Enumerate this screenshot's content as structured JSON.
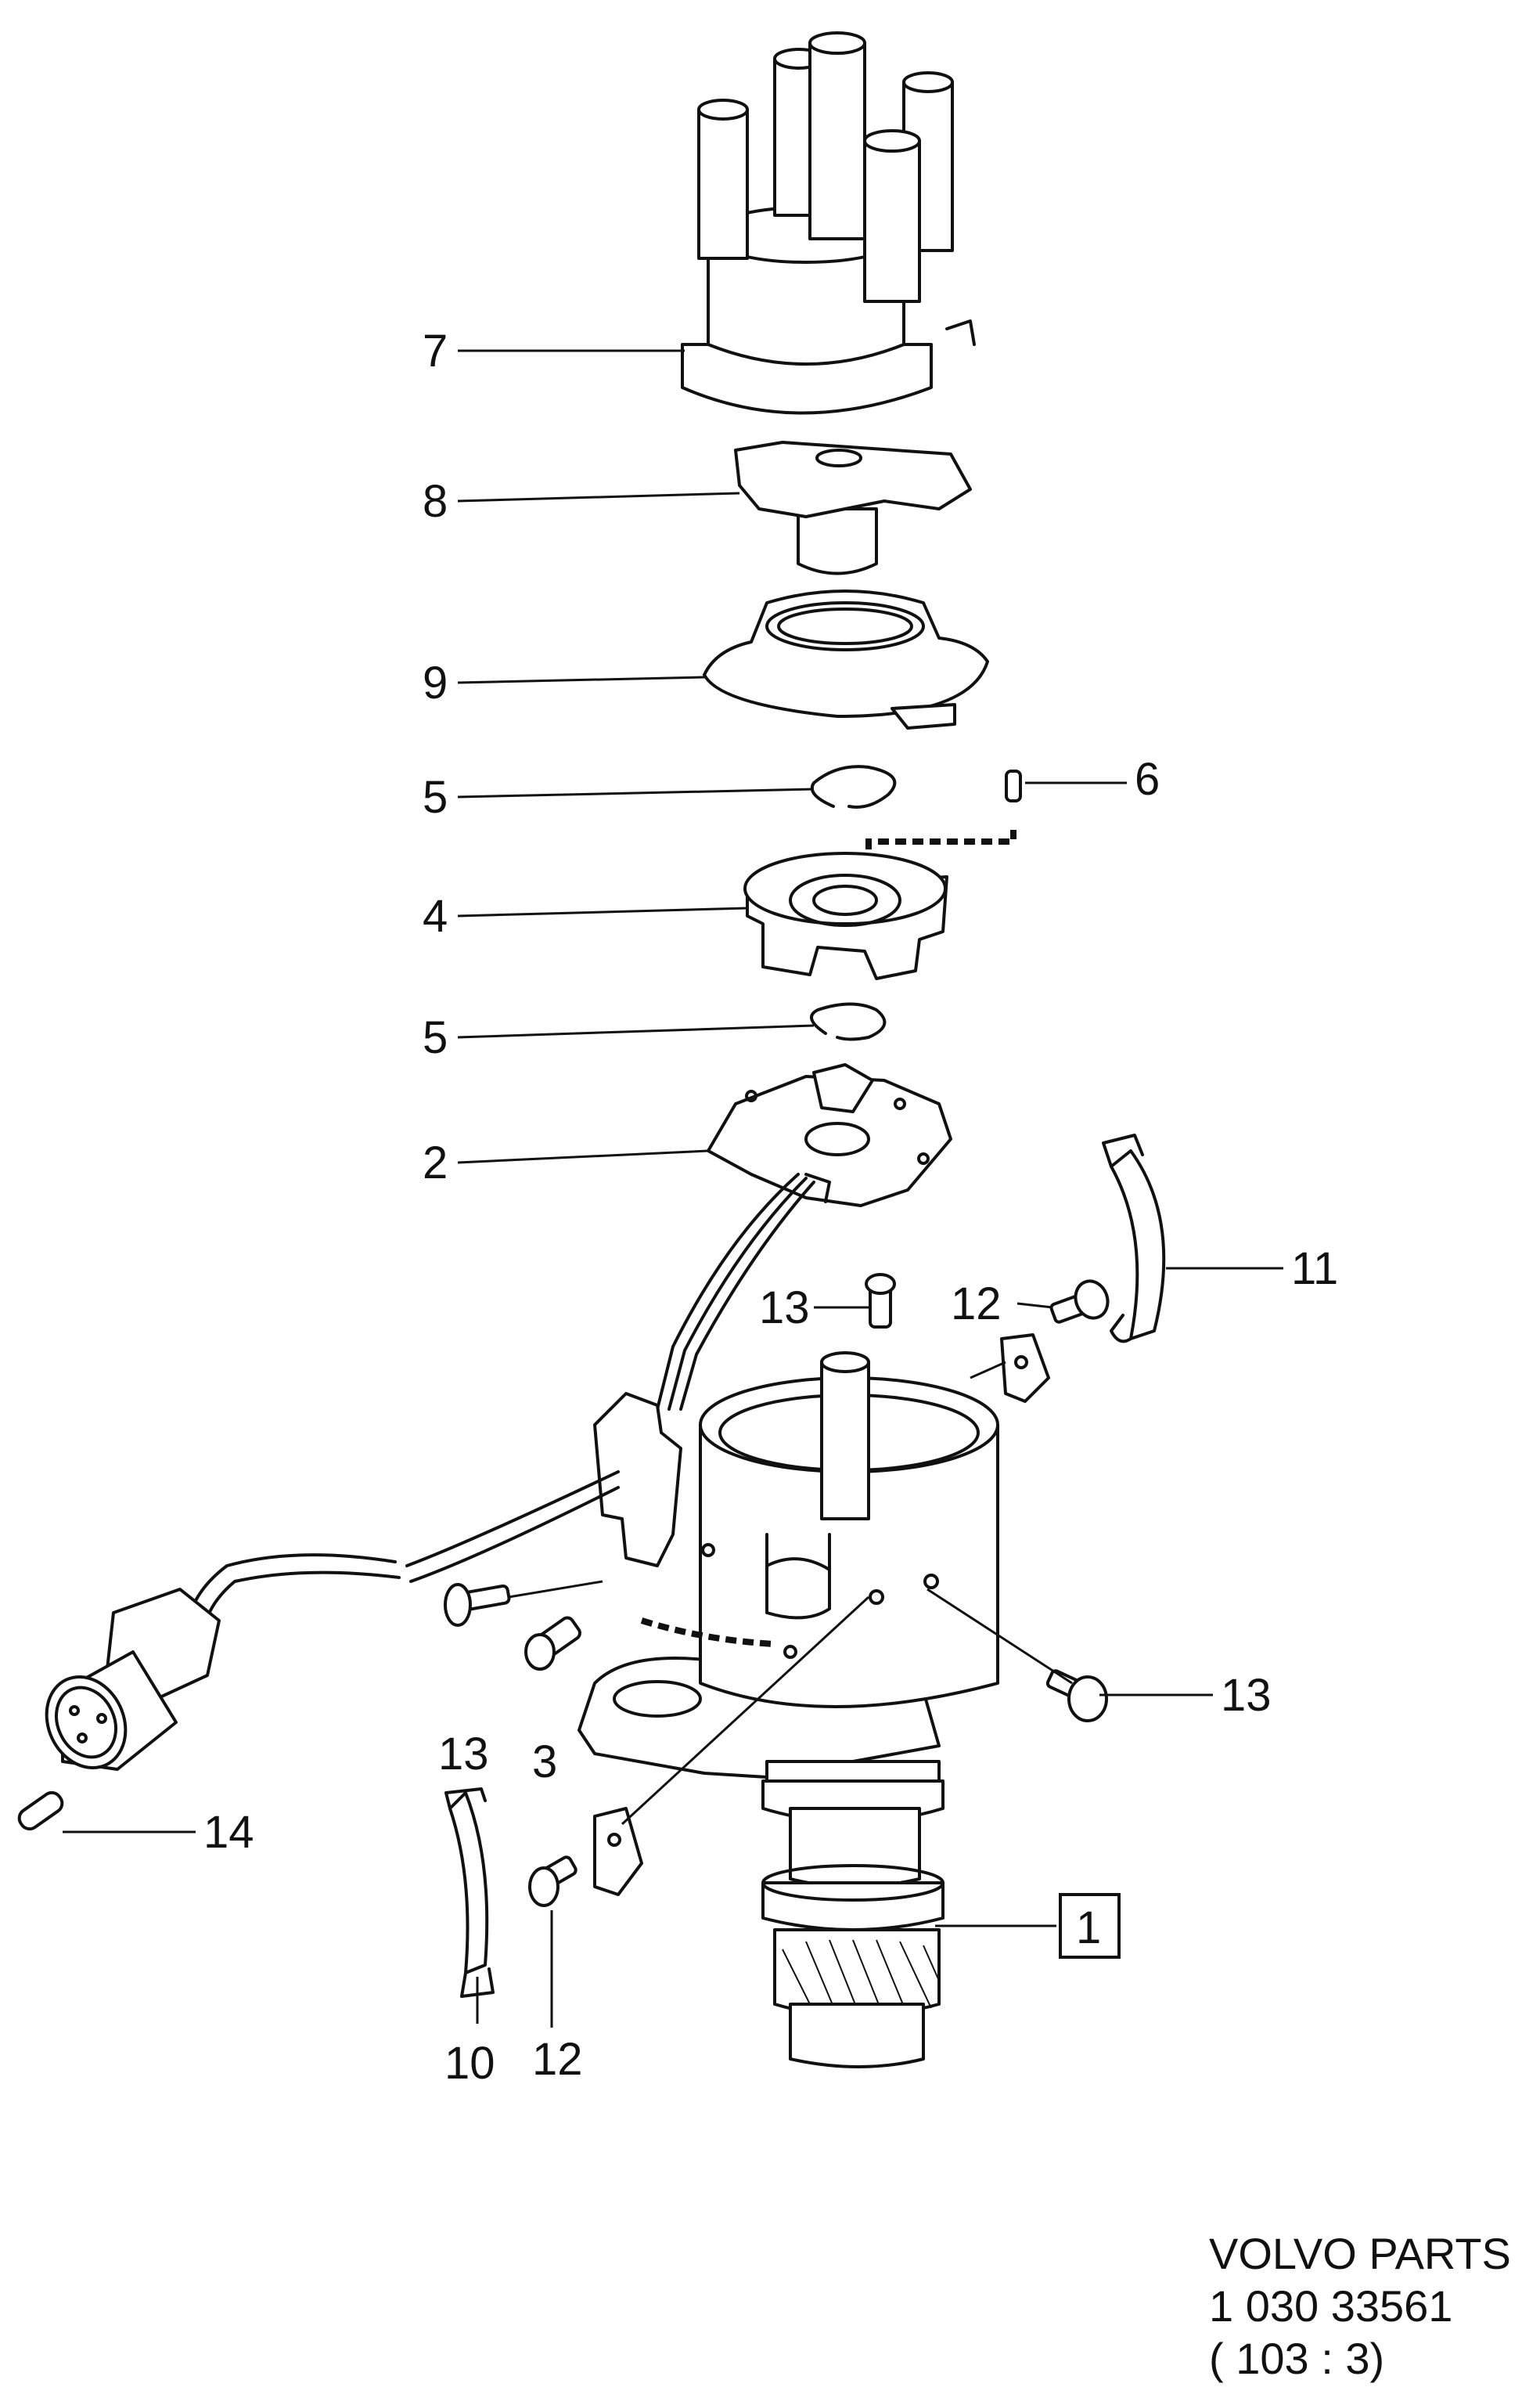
{
  "callouts": {
    "c7": "7",
    "c8": "8",
    "c9": "9",
    "c5a": "5",
    "c6": "6",
    "c4": "4",
    "c5b": "5",
    "c2": "2",
    "c11": "11",
    "c13a": "13",
    "c12a": "12",
    "c13b": "13",
    "c3": "3",
    "c13c": "13",
    "c14": "14",
    "c1": "1",
    "c10": "10",
    "c12b": "12"
  },
  "footer": {
    "line1": "VOLVO PARTS",
    "line2": "1 030  33561",
    "line3": "( 103 : 3)"
  }
}
